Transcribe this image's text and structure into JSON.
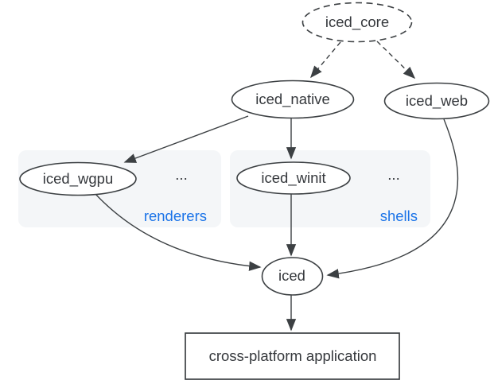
{
  "diagram": {
    "nodes": {
      "iced_core": "iced_core",
      "iced_native": "iced_native",
      "iced_web": "iced_web",
      "iced_wgpu": "iced_wgpu",
      "iced_winit": "iced_winit",
      "iced": "iced",
      "application": "cross-platform application"
    },
    "groups": {
      "renderers": {
        "label": "renderers",
        "ellipsis": "..."
      },
      "shells": {
        "label": "shells",
        "ellipsis": "..."
      }
    },
    "edges": [
      {
        "from": "iced_core",
        "to": "iced_native",
        "style": "dashed"
      },
      {
        "from": "iced_core",
        "to": "iced_web",
        "style": "dashed"
      },
      {
        "from": "iced_native",
        "to": "iced_wgpu",
        "style": "solid"
      },
      {
        "from": "iced_native",
        "to": "iced_winit",
        "style": "solid"
      },
      {
        "from": "iced_wgpu",
        "to": "iced",
        "style": "solid"
      },
      {
        "from": "iced_winit",
        "to": "iced",
        "style": "solid"
      },
      {
        "from": "iced_web",
        "to": "iced",
        "style": "solid"
      },
      {
        "from": "iced",
        "to": "application",
        "style": "solid"
      }
    ],
    "colors": {
      "node_stroke": "#3c4043",
      "edge": "#3c4043",
      "text": "#35383c",
      "group_label": "#1a73e8",
      "group_background": "#f4f6f8",
      "background": "#ffffff"
    }
  }
}
